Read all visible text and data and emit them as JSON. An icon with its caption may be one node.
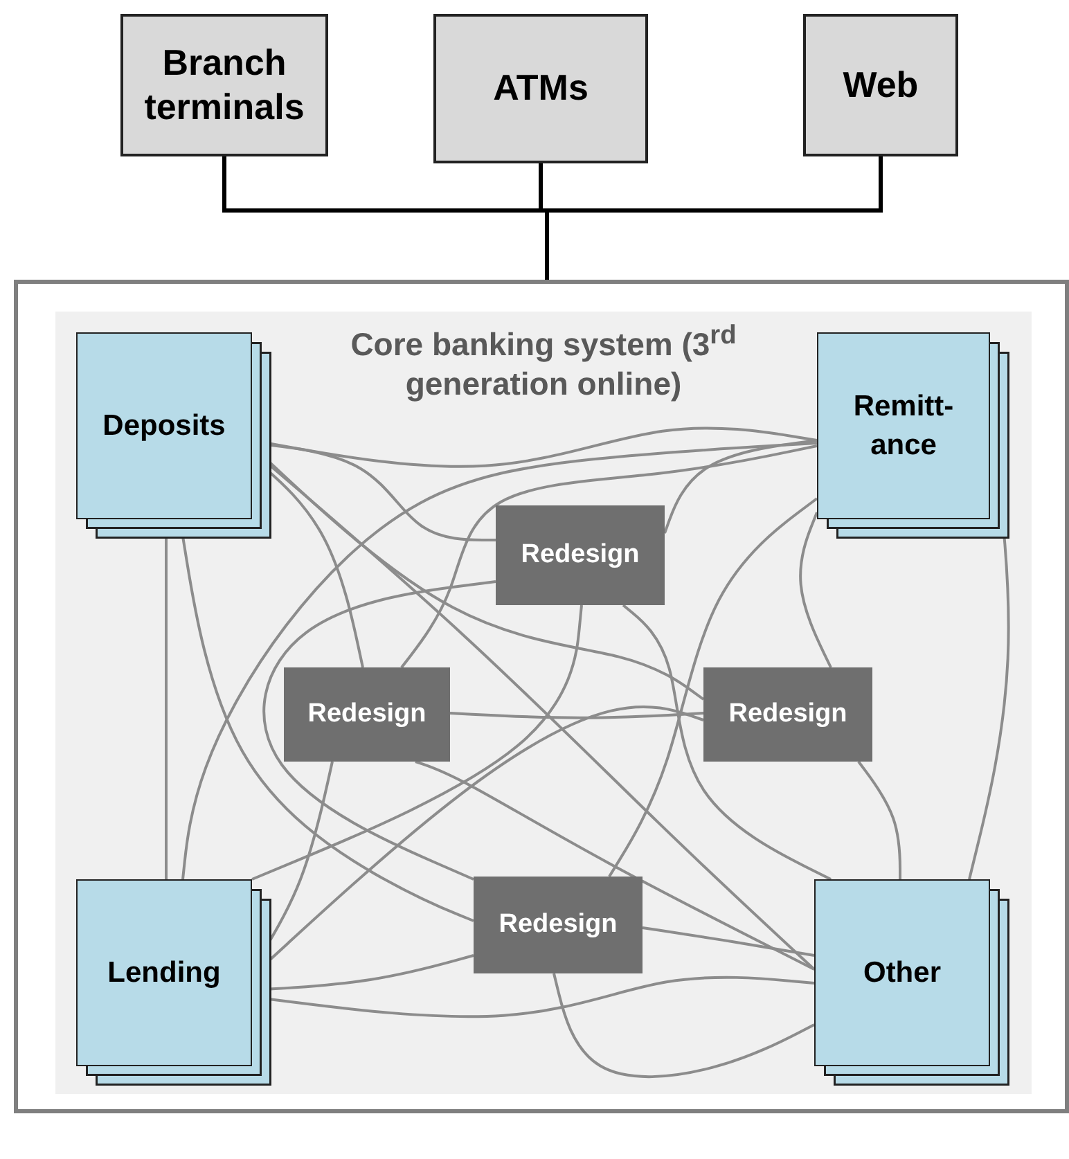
{
  "diagram": {
    "nodes": [
      {
        "text": [
          "Branch terminals"
        ]
      },
      {
        "text": [
          "ATMs"
        ]
      },
      {
        "text": [
          "Web"
        ]
      },
      {
        "text": [],
        "shape": "box"
      },
      {
        "text": [
          "Core banking system (3$^{rd}$ generation online)"
        ],
        "in": 3
      },
      {
        "text": [
          "Deposits"
        ],
        "in": 4
      },
      {
        "text": [
          "Remitt- ance"
        ],
        "in": 4
      },
      {
        "text": [
          "Redesign"
        ],
        "in": 4
      },
      {
        "text": [
          "Redesign"
        ],
        "in": 4
      },
      {
        "text": [
          "Redesign"
        ],
        "in": 4
      },
      {
        "text": [
          "Lending"
        ],
        "in": 4
      },
      {
        "text": [
          "Redesign"
        ],
        "in": 4
      },
      {
        "text": [
          "Other"
        ],
        "in": 4
      }
    ],
    "edges": [
      {
        "from": 0,
        "to": 3,
        "arrow": "none",
        "color": "#000000"
      },
      {
        "from": 1,
        "to": 3,
        "arrow": "none",
        "color": "#000000"
      },
      {
        "from": 2,
        "to": 3,
        "arrow": "none",
        "color": "#000000"
      },
      {
        "from": 5,
        "to": 6,
        "arrow": "none"
      },
      {
        "from": 5,
        "to": 7,
        "arrow": "none"
      },
      {
        "from": 5,
        "to": 9,
        "arrow": "none"
      },
      {
        "from": 5,
        "to": 12,
        "arrow": "none"
      },
      {
        "from": 5,
        "to": 10,
        "arrow": "none"
      },
      {
        "from": 5,
        "to": 8,
        "arrow": "none"
      },
      {
        "from": 5,
        "to": 11,
        "arrow": "none"
      },
      {
        "from": 6,
        "to": 7,
        "arrow": "none"
      },
      {
        "from": 6,
        "to": 10,
        "arrow": "none"
      },
      {
        "from": 6,
        "to": 8,
        "arrow": "none"
      },
      {
        "from": 6,
        "to": 12,
        "arrow": "none"
      },
      {
        "from": 6,
        "to": 11,
        "arrow": "none"
      },
      {
        "from": 6,
        "to": 9,
        "arrow": "none"
      },
      {
        "from": 10,
        "to": 11,
        "arrow": "none"
      },
      {
        "from": 10,
        "to": 12,
        "arrow": "none"
      },
      {
        "from": 10,
        "to": 8,
        "arrow": "none"
      },
      {
        "from": 10,
        "to": 9,
        "arrow": "none"
      },
      {
        "from": 12,
        "to": 11,
        "arrow": "none"
      },
      {
        "from": 12,
        "to": 9,
        "arrow": "none"
      },
      {
        "from": 12,
        "to": 7,
        "arrow": "none"
      },
      {
        "from": 12,
        "to": 8,
        "arrow": "none"
      },
      {
        "from": 7,
        "to": 11,
        "arrow": "none"
      },
      {
        "from": 8,
        "to": 9,
        "arrow": "none"
      },
      {
        "from": 11,
        "to": 12,
        "arrow": "none"
      },
      {
        "from": 7,
        "to": 10,
        "arrow": "none"
      }
    ]
  }
}
